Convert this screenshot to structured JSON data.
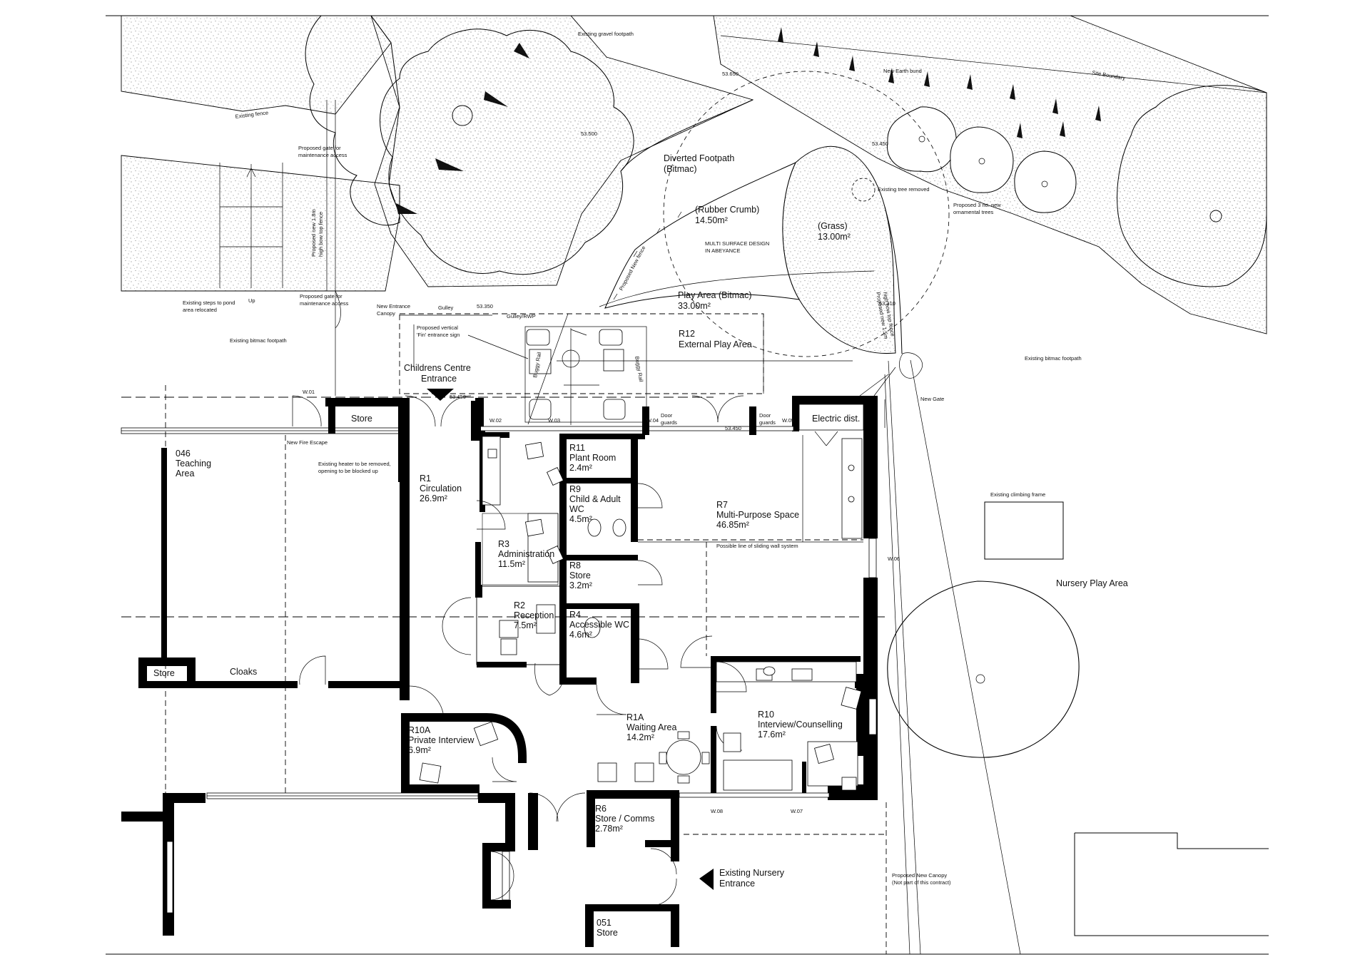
{
  "rooms": {
    "r1": {
      "id": "R1",
      "name": "Circulation",
      "area": "26.9m²"
    },
    "r1a": {
      "id": "R1A",
      "name": "Waiting Area",
      "area": "14.2m²"
    },
    "r2": {
      "id": "R2",
      "name": "Reception",
      "area": "7.5m²"
    },
    "r3": {
      "id": "R3",
      "name": "Administration",
      "area": "11.5m²"
    },
    "r4": {
      "id": "R4",
      "name": "Accessible WC",
      "area": "4.6m²"
    },
    "r6": {
      "id": "R6",
      "name": "Store / Comms",
      "area": "2.78m²"
    },
    "r7": {
      "id": "R7",
      "name": "Multi-Purpose Space",
      "area": "46.85m²"
    },
    "r8": {
      "id": "R8",
      "name": "Store",
      "area": "3.2m²"
    },
    "r9": {
      "id": "R9",
      "name1": "Child & Adult",
      "name2": "WC",
      "area": "4.5m²"
    },
    "r10": {
      "id": "R10",
      "name": "Interview/Counselling",
      "area": "17.6m²"
    },
    "r10a": {
      "id": "R10A",
      "name": "Private Interview",
      "area": "6.9m²"
    },
    "r11": {
      "id": "R11",
      "name": "Plant Room",
      "area": "2.4m²"
    },
    "r12": {
      "id": "R12",
      "name": "External Play Area"
    },
    "r046": {
      "id": "046",
      "name1": "Teaching",
      "name2": "Area"
    },
    "r051": {
      "id": "051",
      "name": "Store"
    }
  },
  "labels": {
    "store_top": "Store",
    "store_left": "Store",
    "electric": "Electric dist.",
    "cloaks": "Cloaks",
    "childrens_entrance_1": "Childrens Centre",
    "childrens_entrance_2": "Entrance",
    "nursery_entrance_1": "Existing Nursery",
    "nursery_entrance_2": "Entrance",
    "nursery_play": "Nursery Play Area",
    "footpath_1": "Diverted Footpath",
    "footpath_2": "(Bitmac)",
    "rubber_1": "(Rubber Crumb)",
    "rubber_2": "14.50m²",
    "grass_1": "(Grass)",
    "grass_2": "13.00m²",
    "play_1": "Play Area (Bitmac)",
    "play_2": "33.00m²"
  },
  "notes": {
    "gravel": "Existing gravel footpath",
    "site_boundary": "Site Boundary",
    "earth_bund": "New Earth bund",
    "existing_fence": "Existing fence",
    "gate_maint_1": "Proposed gate for",
    "gate_maint_2": "maintenance access",
    "fence_18_1": "Proposed new 1.8m",
    "fence_18_2": "high bow top fence",
    "steps_1": "Existing steps to pond",
    "steps_2": "area relocated",
    "up": "Up",
    "gate_maint2_1": "Proposed gate for",
    "gate_maint2_2": "maintenance access",
    "canopy_1": "New Entrance",
    "canopy_2": "Canopy",
    "gulley": "Gulley",
    "gulley_rwp": "Gulley/RWP",
    "fin_1": "Proposed vertical",
    "fin_2": "'Fin' entrance sign",
    "bitmac_left": "Existing bitmac footpath",
    "bitmac_right": "Existing bitmac footpath",
    "new_fence": "Proposed New fence",
    "tree_removed": "Existing tree removed",
    "ornamental_1": "Proposed 3 no. new",
    "ornamental_2": "ornamental trees",
    "fence_15_1": "Proposed new 1.5m",
    "fence_15_2": "high bow top fence",
    "multi_1": "MULTI SURFACE DESIGN",
    "multi_2": "IN ABEYANCE",
    "new_gate": "New Gate",
    "fire_escape": "New Fire Escape",
    "heater_1": "Existing heater to be removed,",
    "heater_2": "opening to be blocked up",
    "door_guards_1a": "Door",
    "door_guards_1b": "guards",
    "door_guards_2a": "Door",
    "door_guards_2b": "guards",
    "buggy_1": "Buggy Rail",
    "buggy_2": "Buggy Rail",
    "sliding_wall": "Possible line of sliding wall system",
    "climbing_frame": "Existing climbing frame",
    "canopy_new_1": "Proposed New Canopy",
    "canopy_new_2": "(Not part of this contract)"
  },
  "windows": {
    "w01": "W.01",
    "w02": "W.02",
    "w03": "W.03",
    "w04": "W.04",
    "w05": "W.05",
    "w06": "W.06",
    "w07": "W.07",
    "w08": "W.08"
  },
  "levels": {
    "l1": "53.650",
    "l2": "53.500",
    "l3": "53.450",
    "l4": "53.350",
    "l5": "53.310",
    "l6": "53.450",
    "l7": "53.450"
  }
}
